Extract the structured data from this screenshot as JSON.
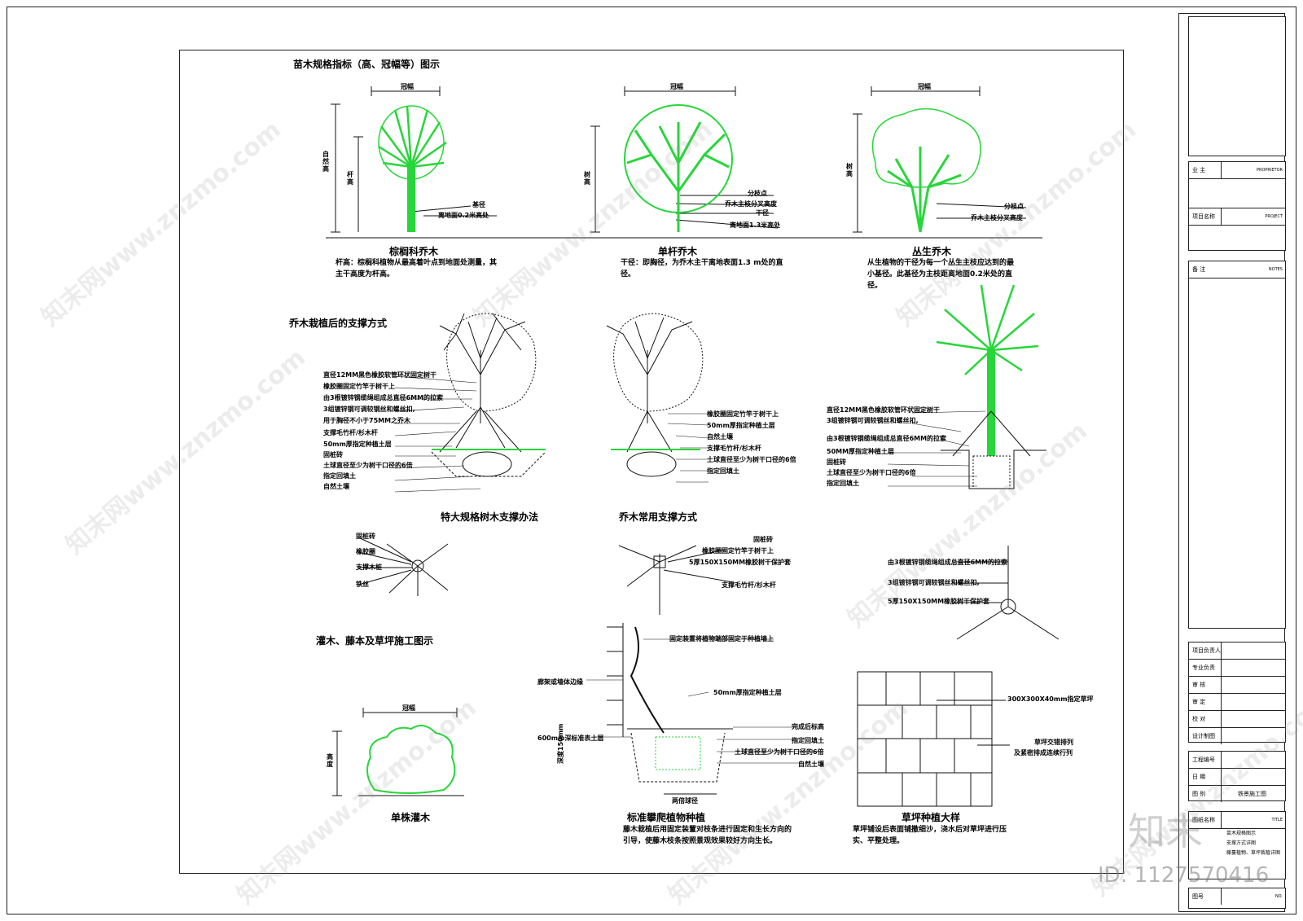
{
  "section1": {
    "title": "苗木规格指标（高、冠幅等）图示",
    "palm": {
      "caption": "棕榈科乔木",
      "crown": "冠幅",
      "height_total": "自然高",
      "height_stem": "杆高",
      "base": "基径",
      "base_note": "离地面0.2米高处",
      "note": "杆高：棕榈科植物从最高着叶点到地面处测量，其主干高度为杆高。"
    },
    "single": {
      "caption": "单杆乔木",
      "crown": "冠幅",
      "height": "树高",
      "branch": "分枝点",
      "branch_height": "乔木主枝分叉高度",
      "trunk": "干径",
      "trunk_note": "离地面1.3米高处",
      "note": "干径：即胸径，为乔木主干离地表面1.3 m处的直径。"
    },
    "cluster": {
      "caption": "丛生乔木",
      "crown": "冠幅",
      "height": "树高",
      "branch": "分枝点",
      "branch_height": "乔木主枝分叉高度",
      "note": "从生植物的干径为每一个丛生主枝应达到的最小基径。此基径为主枝距离地面0.2米处的直径。"
    }
  },
  "section2": {
    "title": "乔木栽植后的支撑方式",
    "large": {
      "caption": "特大规格树木支撑办法",
      "labels": [
        "直径12MM黑色橡胶软管环状固定树干",
        "橡胶圈固定竹竿于树干上",
        "由3根镀锌钢缆绳组成总直径6MM的拉索",
        "3组镀锌钢可调较钢丝和螺丝扣,",
        "用于胸径不小于75MM之乔木",
        "支撑毛竹杆/杉木杆",
        "50mm厚指定种植土层",
        "固桩砖",
        "土球直径至少为树干口径的6倍",
        "指定回填土",
        "自然土壤"
      ]
    },
    "common": {
      "caption": "乔木常用支撑方式",
      "labels": [
        "橡胶圈固定竹竿于树干上",
        "50mm厚指定种植土层",
        "自然土壤",
        "支撑毛竹杆/杉木杆",
        "土球直径至少为树干口径的6倍",
        "指定回填土"
      ]
    },
    "palm": {
      "labels": [
        "直径12MM黑色橡胶软管环状固定树干",
        "3组镀锌钢可调较钢丝和螺丝扣,",
        "由3根镀锌钢缆绳组成总直径6MM的拉索",
        "50MM厚指定种植土层",
        "固桩砖",
        "土球直径至少为树干口径的6倍",
        "指定回填土"
      ]
    },
    "plan1": {
      "labels": [
        "固桩砖",
        "橡胶圈",
        "支撑木桩",
        "铁丝"
      ]
    },
    "plan2": {
      "labels": [
        "固桩砖",
        "橡胶圈固定竹竿于树干上",
        "5厚150X150MM橡胶树干保护套",
        "支撑毛竹杆/杉木杆"
      ]
    },
    "plan3": {
      "labels": [
        "由3根镀锌钢缆绳组成总直径6MM的拉索",
        "3组镀锌钢可调较钢丝和螺丝扣,",
        "5厚150X150MM橡胶树干保护套"
      ]
    }
  },
  "section3": {
    "title": "灌木、藤本及草坪施工图示",
    "shrub": {
      "caption": "单株灌木",
      "crown": "冠幅",
      "height": "高度"
    },
    "vine": {
      "caption": "标准攀爬植物种植",
      "labels": [
        "固定装置将植物端部固定于种植墙上",
        "廊架或墙体边缘",
        "50mm厚指定种植土层",
        "完成后标高",
        "600mm深标准表土层",
        "指定回填土",
        "土球直径至少为树干口径的6倍",
        "自然土壤",
        "两倍球径",
        "深度150mm"
      ],
      "note": "藤木栽植后用固定装置对枝条进行固定和生长方向的引导，使藤木枝条按照景观效果较好方向生长。"
    },
    "lawn": {
      "caption": "草坪种植大样",
      "labels": [
        "300X300X40mm指定草坪",
        "草坪交错排列",
        "及紧密排成连续行列"
      ],
      "note": "草坪铺设后表面铺撒细沙，浇水后对草坪进行压实、平整处理。"
    }
  },
  "titleblock": {
    "owner": "业 主",
    "owner_en": "PROPRIETOR",
    "project": "项目名称",
    "project_en": "PROJECT",
    "notes": "备 注",
    "notes_en": "NOTES",
    "staff": [
      "项目负责人",
      "专业负责",
      "审 核",
      "审 定",
      "校 对",
      "设计制图"
    ],
    "meta": [
      "工程编号",
      "日 期",
      "图 别"
    ],
    "meta_val": [
      "",
      "",
      "铁景施工图"
    ],
    "drawing_name": "图纸名称",
    "drawing_name_en": "TITLE",
    "drawing_items": [
      "苗木规格图示",
      "支撑方式详图",
      "藤蔓植物、草坪栽植详图"
    ],
    "drawing_no": "图号",
    "drawing_no_en": "NO."
  },
  "watermark": {
    "text": "知末网www.znzmo.com",
    "brand": "知末",
    "id": "ID: 1127570416"
  },
  "colors": {
    "plant": "#27d63a",
    "line": "#111111"
  }
}
